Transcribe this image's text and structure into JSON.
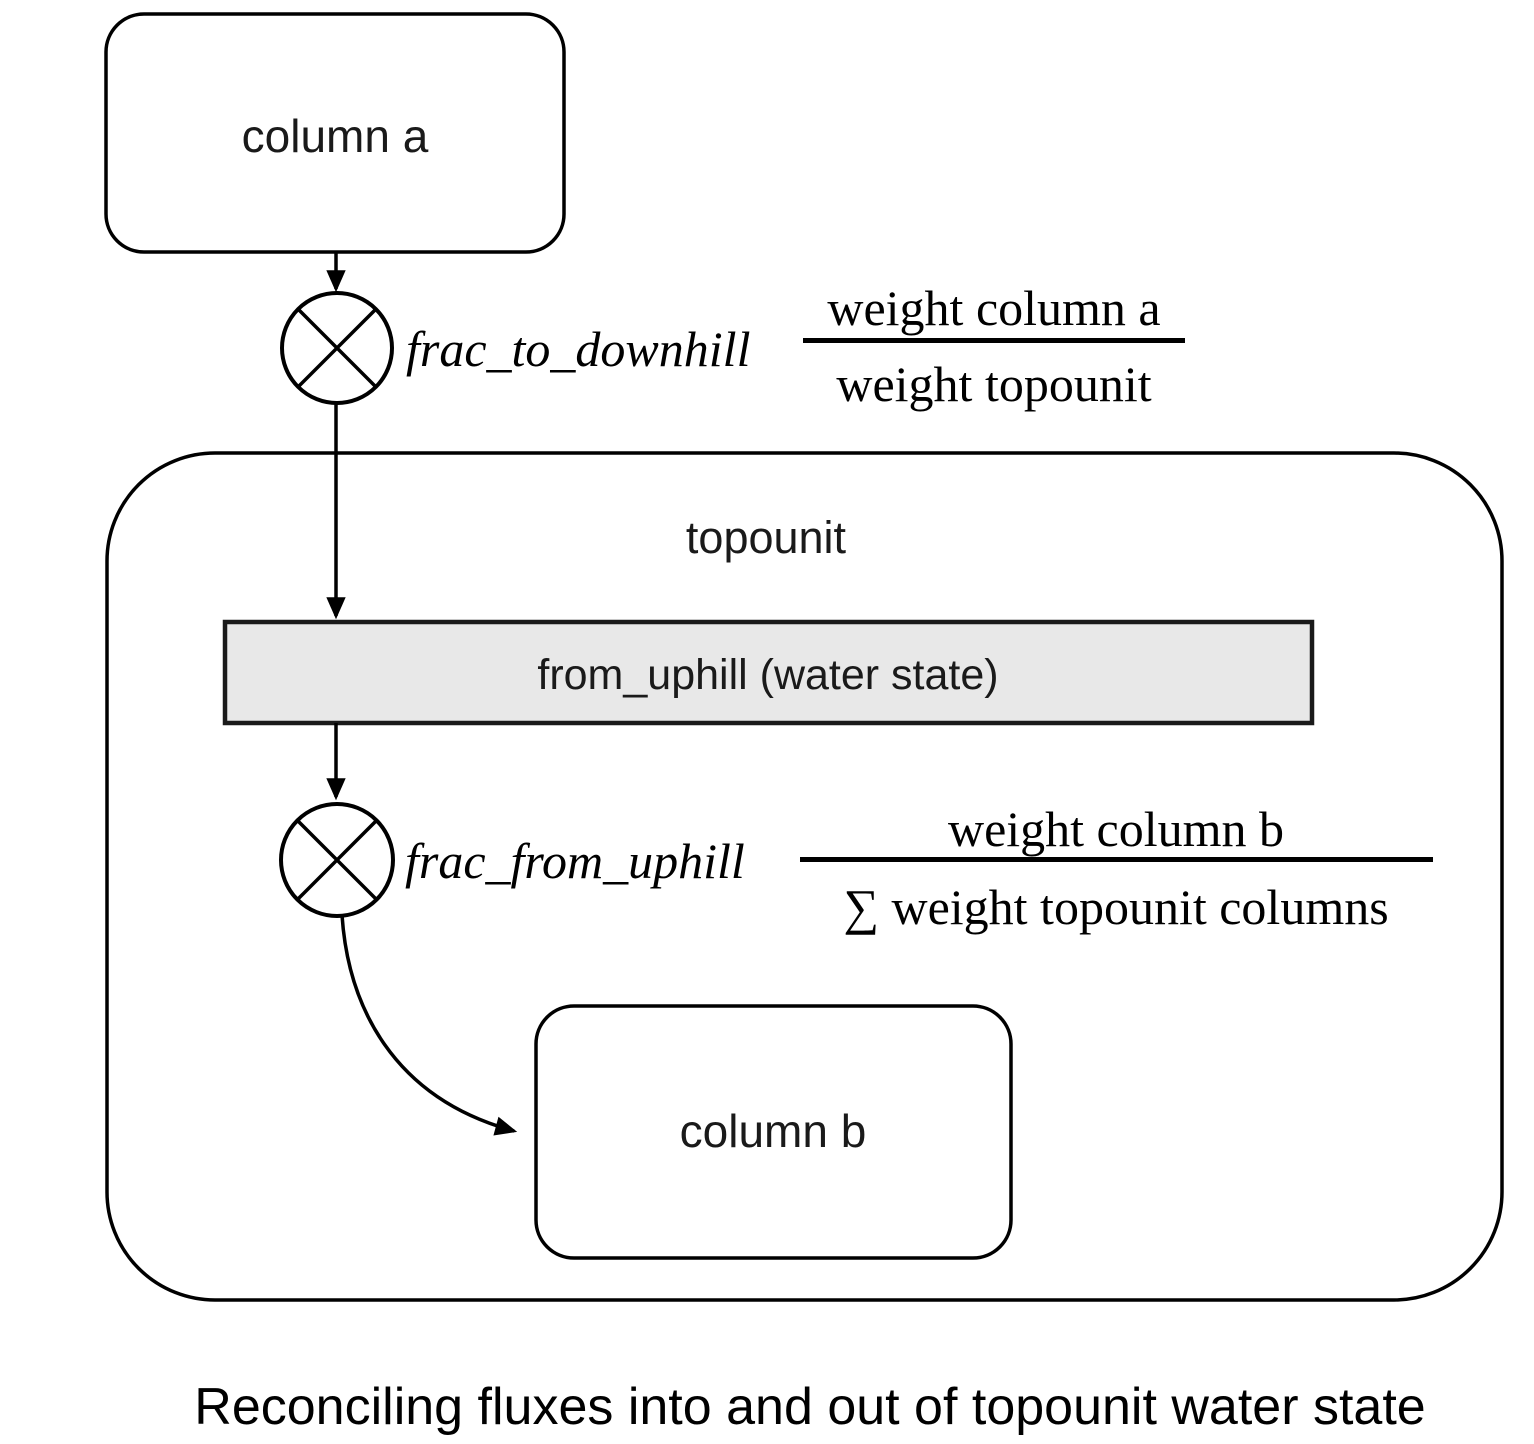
{
  "diagram": {
    "colors": {
      "stroke": "#000000",
      "node_fill": "#ffffff",
      "state_fill": "#e8e8e8"
    },
    "nodes": {
      "column_a": {
        "label": "column a"
      },
      "topounit": {
        "label": "topounit"
      },
      "from_uphill": {
        "label": "from_uphill (water state)"
      },
      "column_b": {
        "label": "column b"
      }
    },
    "operators": {
      "to_downhill": {
        "symbol": "circled-times",
        "label": "frac_to_downhill",
        "fraction": {
          "numerator": "weight column a",
          "denominator": "weight topounit"
        }
      },
      "from_uphill": {
        "symbol": "circled-times",
        "label": "frac_from_uphill",
        "fraction": {
          "numerator": "weight column b",
          "denominator": "∑ weight topounit columns"
        }
      }
    },
    "caption": "Reconciling fluxes into and out of topounit water state"
  }
}
